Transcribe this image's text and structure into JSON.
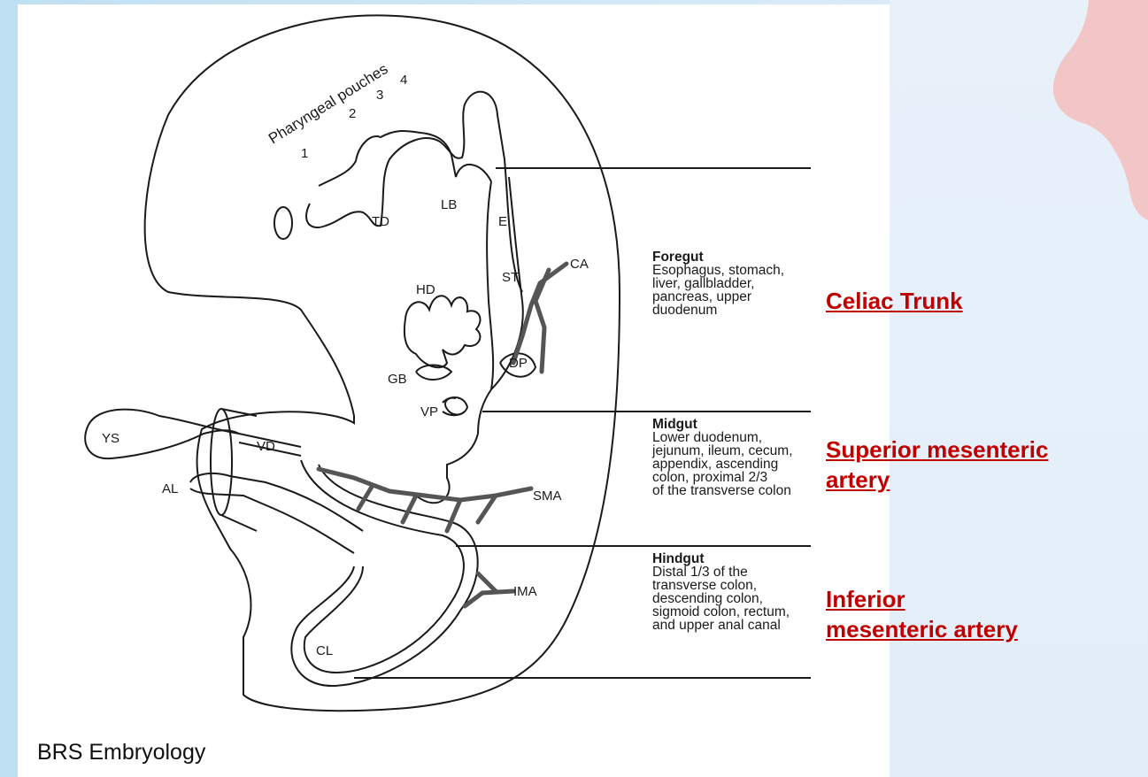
{
  "diagram_labels": {
    "pharyngeal_pouches": "Pharyngeal pouches",
    "pouch_1": "1",
    "pouch_2": "2",
    "pouch_3": "3",
    "pouch_4": "4",
    "td": "TD",
    "lb": "LB",
    "e": "E",
    "st": "ST",
    "ca": "CA",
    "hd": "HD",
    "gb": "GB",
    "dp": "DP",
    "vp": "VP",
    "ys": "YS",
    "vd": "VD",
    "al": "AL",
    "sma": "SMA",
    "ima": "IMA",
    "cl": "CL"
  },
  "regions": [
    {
      "title": "Foregut",
      "description": "Esophagus, stomach,\nliver, gallbladder,\npancreas, upper\nduodenum"
    },
    {
      "title": "Midgut",
      "description": "Lower duodenum,\njejunum, ileum, cecum,\nappendix, ascending\ncolon, proximal 2/3\nof the transverse colon"
    },
    {
      "title": "Hindgut",
      "description": "Distal 1/3 of the\ntransverse colon,\ndescending colon,\nsigmoid colon, rectum,\nand upper anal canal"
    }
  ],
  "arteries": [
    {
      "label": "Celiac Trunk"
    },
    {
      "label": "Superior mesenteric\nartery"
    },
    {
      "label": "Inferior\nmesenteric artery"
    }
  ],
  "source": "BRS Embryology",
  "colors": {
    "artery_link": "#c00000",
    "decor_shape": "#f2c4c4",
    "background": "#bfe0f3"
  }
}
